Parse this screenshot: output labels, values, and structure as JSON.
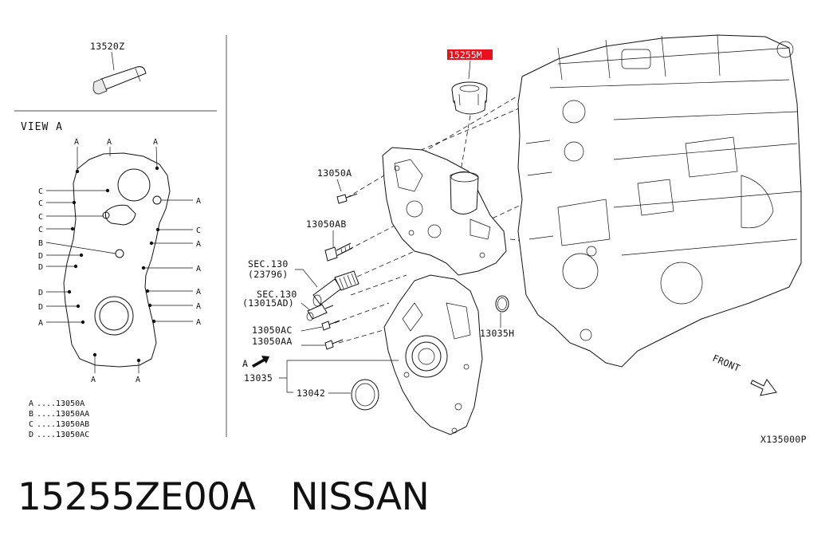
{
  "diagram": {
    "tube_label": "13520Z",
    "view_title": "VIEW A",
    "highlight_label": "15255M",
    "labels": {
      "bolt_a": "13050A",
      "bolt_ab": "13050AB",
      "sec_130_a": "SEC.130",
      "sec_130_a_sub": "(23796)",
      "sec_130_b": "SEC.130",
      "sec_130_b_sub": "(13015AD)",
      "bolt_ac": "13050AC",
      "bolt_aa": "13050AA",
      "cover": "13035",
      "seal": "13042",
      "gasket": "13035H",
      "view_arrow": "A",
      "front": "FRONT",
      "drawing_code": "X135000P"
    },
    "view_markers": {
      "top": [
        "A",
        "A",
        "A"
      ],
      "left": [
        "C",
        "C",
        "C",
        "C",
        "B",
        "D",
        "D",
        "D",
        "D",
        "A"
      ],
      "right": [
        "A",
        "C",
        "A",
        "A",
        "A",
        "A",
        "A"
      ],
      "bottom": [
        "A",
        "A"
      ]
    },
    "legend": [
      {
        "key": "A",
        "dots": ".......",
        "value": "13050A"
      },
      {
        "key": "B",
        "dots": ".......",
        "value": "13050AA"
      },
      {
        "key": "C",
        "dots": ".......",
        "value": "13050AB"
      },
      {
        "key": "D",
        "dots": ".......",
        "value": "13050AC"
      }
    ],
    "colors": {
      "highlight": "#e8121e",
      "ink": "#111111"
    }
  },
  "footer": {
    "part_number": "15255ZE00A",
    "brand": "NISSAN"
  }
}
